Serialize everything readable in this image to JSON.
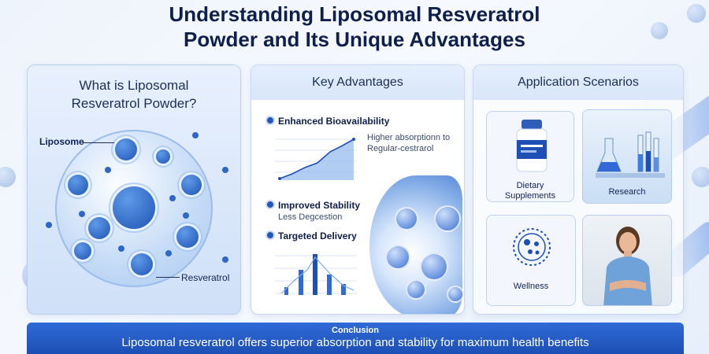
{
  "title_line1": "Understanding Liposomal Resveratrol",
  "title_line2": "Powder and Its Unique Advantages",
  "what": {
    "heading_line1": "What is Liposomal",
    "heading_line2": "Resveratrol Powder?",
    "label_liposome": "Liposome",
    "label_resveratrol": "Resveratrol"
  },
  "advantages": {
    "heading": "Key Advantages",
    "items": [
      {
        "label": "Enhanced Bioavailability",
        "note_line1": "Higher absorptionn to",
        "note_line2": "Regular-cestrarol"
      },
      {
        "label": "Improved Stability",
        "note_line1": "Less Degcestion",
        "note_line2": ""
      },
      {
        "label": "Targeted Delivery",
        "note_line1": "",
        "note_line2": ""
      }
    ]
  },
  "applications": {
    "heading": "Application Scenarios",
    "tiles": [
      {
        "label_line1": "Dietary",
        "label_line2": "Supplements"
      },
      {
        "label_line1": "Research",
        "label_line2": ""
      },
      {
        "label_line1": "Wellness",
        "label_line2": ""
      },
      {
        "label_line1": "",
        "label_line2": ""
      }
    ]
  },
  "conclusion": {
    "heading": "Conclusion",
    "text": "Liposomal resveratrol offers superior absorption and stability for maximum health benefits"
  },
  "colors": {
    "accent": "#1d4fb5",
    "title": "#0e1f4c",
    "card_border": "#a0bee3"
  }
}
